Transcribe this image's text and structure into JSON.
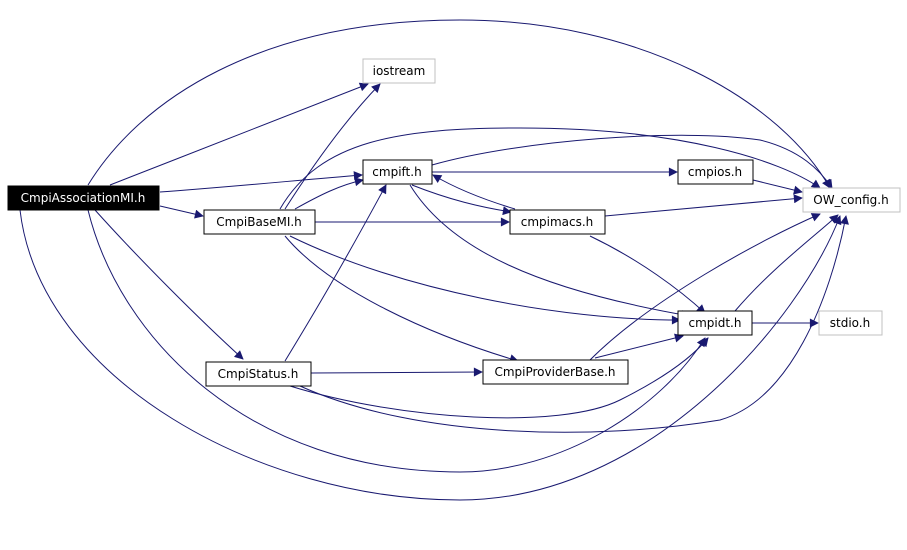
{
  "colors": {
    "edge": "#191970",
    "node_border": "#000000",
    "external_border": "#c0c0c0",
    "root_fill": "#000000",
    "root_text": "#ffffff",
    "node_fill": "#ffffff",
    "node_text": "#000000"
  },
  "nodes": {
    "root": "CmpiAssociationMI.h",
    "iostream": "iostream",
    "cmpift": "cmpift.h",
    "cmpibasemi": "CmpiBaseMI.h",
    "cmpimacs": "cmpimacs.h",
    "cmpios": "cmpios.h",
    "owconfig": "OW_config.h",
    "cmpidt": "cmpidt.h",
    "stdio": "stdio.h",
    "cmpistatus": "CmpiStatus.h",
    "cmpiproviderbase": "CmpiProviderBase.h"
  }
}
